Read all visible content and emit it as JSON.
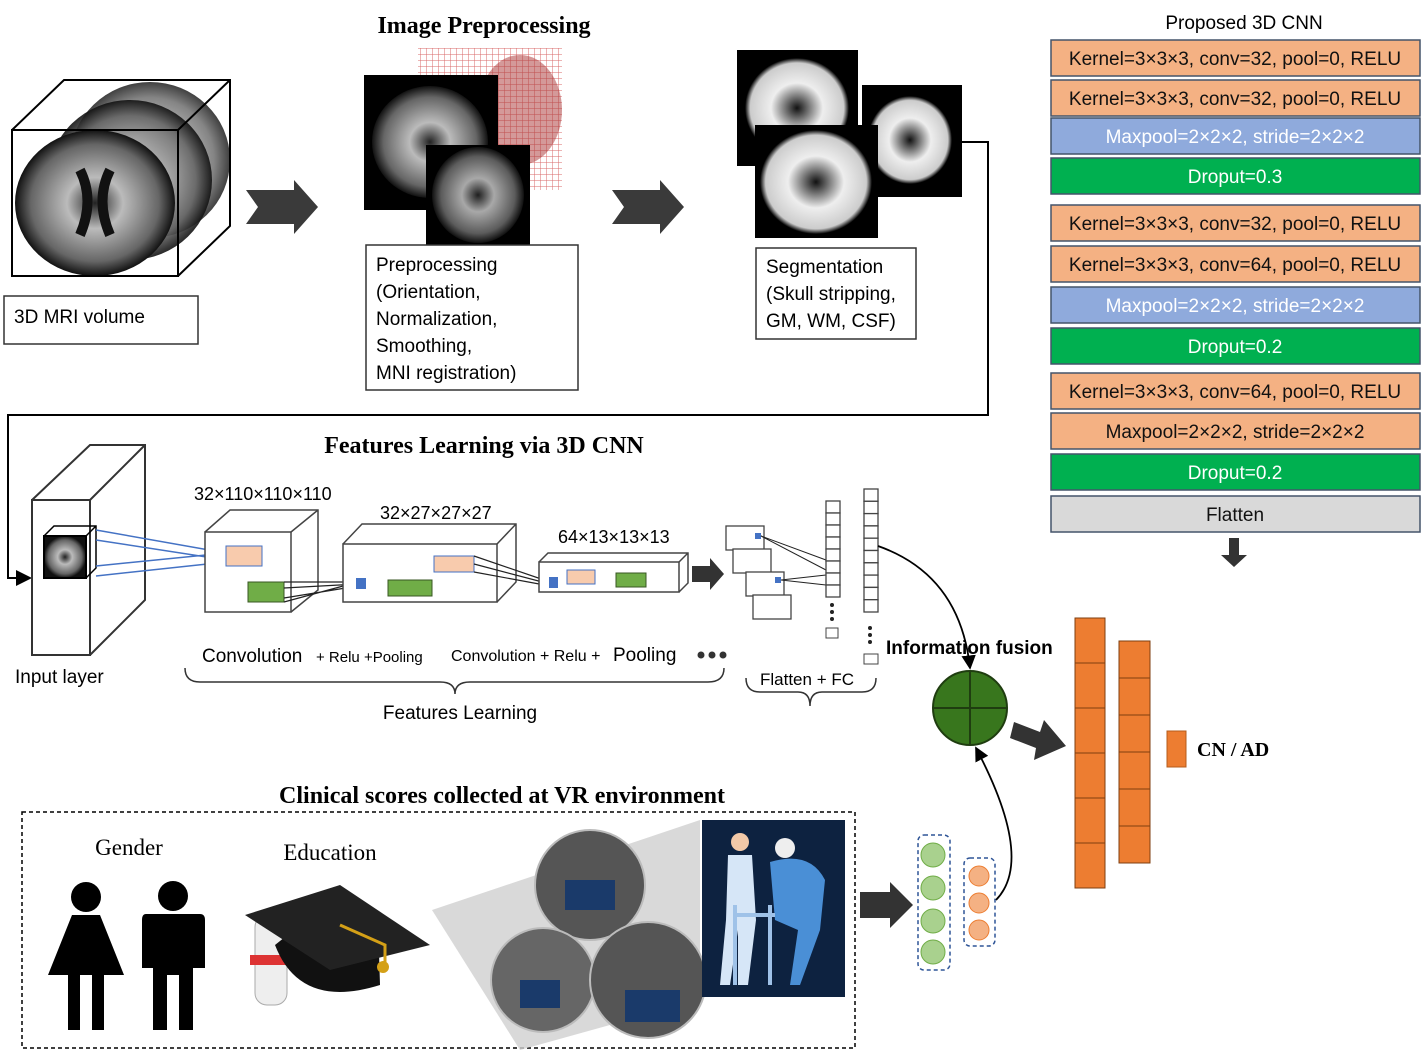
{
  "preprocessing": {
    "title": "Image Preprocessing",
    "mri_label": "3D MRI volume",
    "preproc_lines": [
      "Preprocessing",
      "(Orientation,",
      "Normalization,",
      "Smoothing,",
      "MNI registration)"
    ],
    "seg_lines": [
      "Segmentation",
      "(Skull stripping,",
      "GM, WM, CSF)"
    ]
  },
  "cnn_table": {
    "title": "Proposed 3D CNN",
    "rows": [
      {
        "label": "Kernel=3×3×3, conv=32, pool=0, RELU",
        "type": "conv"
      },
      {
        "label": "Kernel=3×3×3, conv=32, pool=0, RELU",
        "type": "conv"
      },
      {
        "label": "Maxpool=2×2×2, stride=2×2×2",
        "type": "pool"
      },
      {
        "label": "Droput=0.3",
        "type": "dropout"
      },
      {
        "label": "Kernel=3×3×3, conv=32, pool=0, RELU",
        "type": "conv"
      },
      {
        "label": "Kernel=3×3×3, conv=64, pool=0, RELU",
        "type": "conv"
      },
      {
        "label": "Maxpool=2×2×2, stride=2×2×2",
        "type": "pool"
      },
      {
        "label": "Droput=0.2",
        "type": "dropout"
      },
      {
        "label": "Kernel=3×3×3, conv=64, pool=0, RELU",
        "type": "conv"
      },
      {
        "label": "Maxpool=2×2×2, stride=2×2×2",
        "type": "conv"
      },
      {
        "label": "Droput=0.2",
        "type": "dropout"
      },
      {
        "label": "Flatten",
        "type": "flatten"
      }
    ],
    "colors": {
      "conv": "#f4b183",
      "pool": "#8faadc",
      "dropout": "#00b050",
      "flatten": "#d9d9d9"
    }
  },
  "features": {
    "title": "Features Learning via 3D CNN",
    "input_label": "Input layer",
    "dims": [
      "32×110×110×110",
      "32×27×27×27",
      "64×13×13×13"
    ],
    "stage1": "Convolution",
    "stage1_small": "+ Relu +Pooling",
    "stage2": "Convolution + Relu +",
    "stage2_big": "Pooling",
    "group_label": "Features Learning",
    "flatten_label": "Flatten + FC"
  },
  "fusion": {
    "label": "Information fusion",
    "output_label": "CN / AD",
    "output_color": "#ed7d31",
    "fusion_color": "#38761d"
  },
  "clinical": {
    "title": "Clinical scores collected at VR environment",
    "gender_label": "Gender",
    "education_label": "Education"
  }
}
